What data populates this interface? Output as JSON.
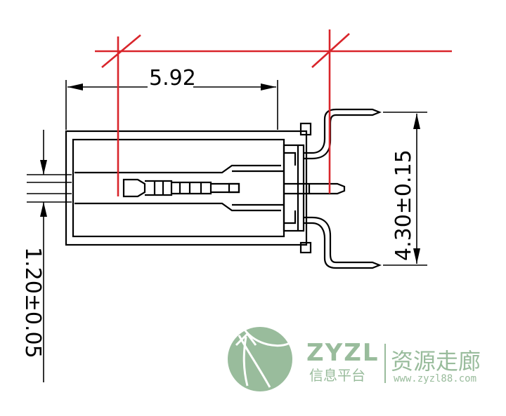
{
  "dimensions": {
    "width_label": "5.92",
    "height_label": "4.30±0.15",
    "pin_label": "1.20±0.05"
  },
  "watermark": {
    "brand": "ZYZL",
    "subtitle": "信息平台",
    "title_cn": "资源走廊",
    "url": "www.zyzl88.com"
  },
  "colors": {
    "drawing": "#000000",
    "reference_lines": "#d9252b",
    "watermark": "#8fb592"
  }
}
